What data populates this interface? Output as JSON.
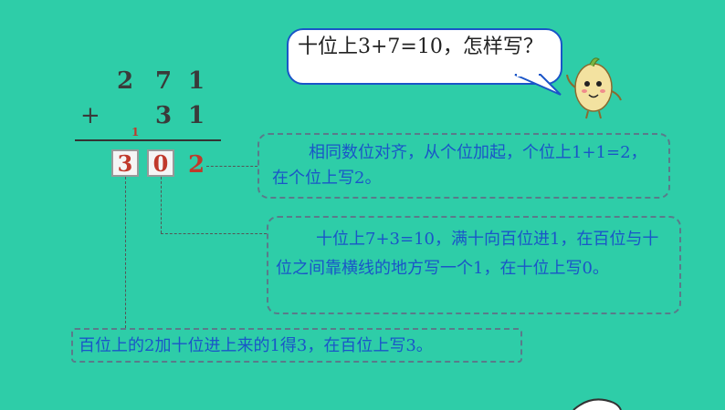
{
  "speech_bubble": {
    "text": "十位上3+7=10，怎样写？"
  },
  "addition": {
    "row1": [
      "2",
      "7",
      "1"
    ],
    "plus": "+",
    "row2": [
      "3",
      "1"
    ],
    "carry": "1",
    "result": [
      "3",
      "0",
      "2"
    ]
  },
  "notes": {
    "ones": "相同数位对齐，从个位加起，个位上1+1=2，在个位上写2。",
    "tens": "十位上7+3=10，满十向百位进1，在百位与十位之间靠横线的地方写一个1，在十位上写0。",
    "hundreds": "百位上的2加十位进上来的1得3，在百位上写3。"
  },
  "colors": {
    "background": "#2ecda8",
    "note_text": "#1a55c8",
    "result_text": "#c0392b"
  }
}
